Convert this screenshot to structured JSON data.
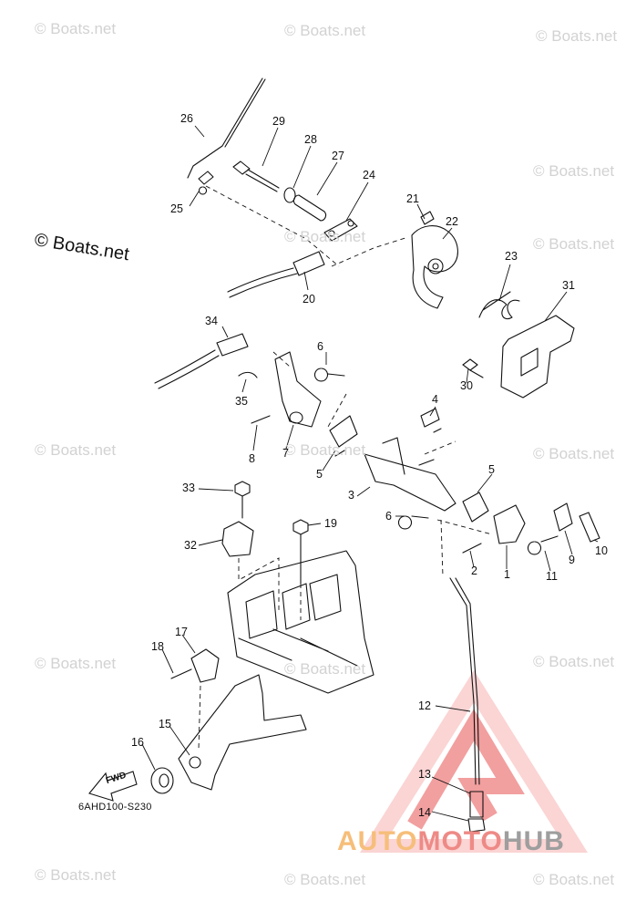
{
  "watermarks": [
    "© Boats.net",
    "© Boats.net",
    "© Boats.net",
    "© Boats.net",
    "© Boats.net",
    "© Boats.net",
    "© Boats.net",
    "© Boats.net",
    "© Boats.net",
    "© Boats.net",
    "© Boats.net",
    "© Boats.net",
    "© Boats.net",
    "© Boats.net",
    "© Boats.net"
  ],
  "main_watermark": "© Boats.net",
  "part_labels": [
    "26",
    "29",
    "28",
    "27",
    "24",
    "25",
    "21",
    "22",
    "23",
    "31",
    "20",
    "34",
    "6",
    "35",
    "30",
    "4",
    "8",
    "7",
    "5",
    "3",
    "5",
    "33",
    "6",
    "19",
    "32",
    "2",
    "1",
    "9",
    "10",
    "11",
    "17",
    "18",
    "12",
    "15",
    "16",
    "13",
    "14"
  ],
  "fwd_label": "FWD",
  "part_code": "6AHD100-S230",
  "brand": {
    "part1": "AUTO",
    "part2": "MOTO",
    "part3": "HUB"
  },
  "colors": {
    "line": "#111111",
    "watermark": "#d2d2d2",
    "logo_red": "#ee7f7f",
    "brand_orange": "#f6be7a",
    "brand_grey": "#9e9e9e"
  }
}
